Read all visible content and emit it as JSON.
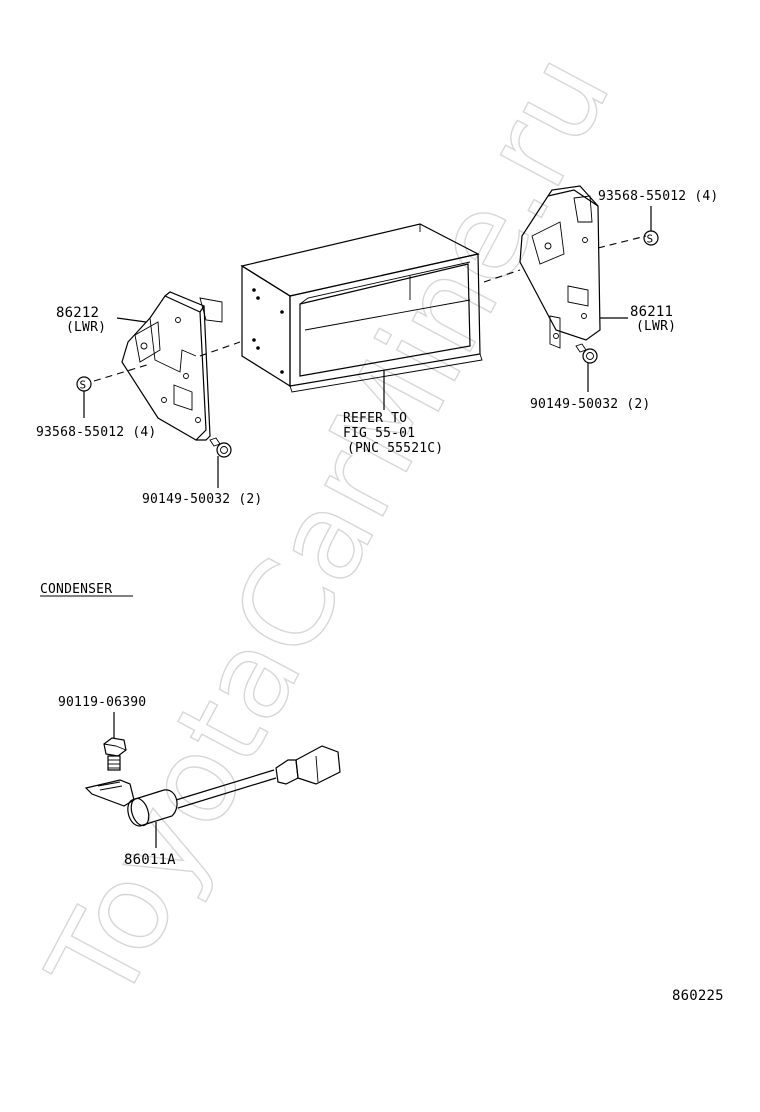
{
  "watermark": "ToyotaCarMine.ru",
  "labels": {
    "bracket_lh_part": "86212",
    "bracket_lh_note": "(LWR)",
    "bracket_rh_part": "86211",
    "bracket_rh_note": "(LWR)",
    "clip_lh": "93568-55012 (4)",
    "clip_rh": "93568-55012 (4)",
    "screw_lh": "90149-50032 (2)",
    "screw_rh": "90149-50032 (2)",
    "refer_line1": "REFER TO",
    "refer_line2": "FIG 55-01",
    "refer_line3": "(PNC 55521C)",
    "section_title": "CONDENSER",
    "bolt_part": "90119-06390",
    "condenser_part": "86011A",
    "figure_code": "860225"
  },
  "clip_symbol": "S"
}
